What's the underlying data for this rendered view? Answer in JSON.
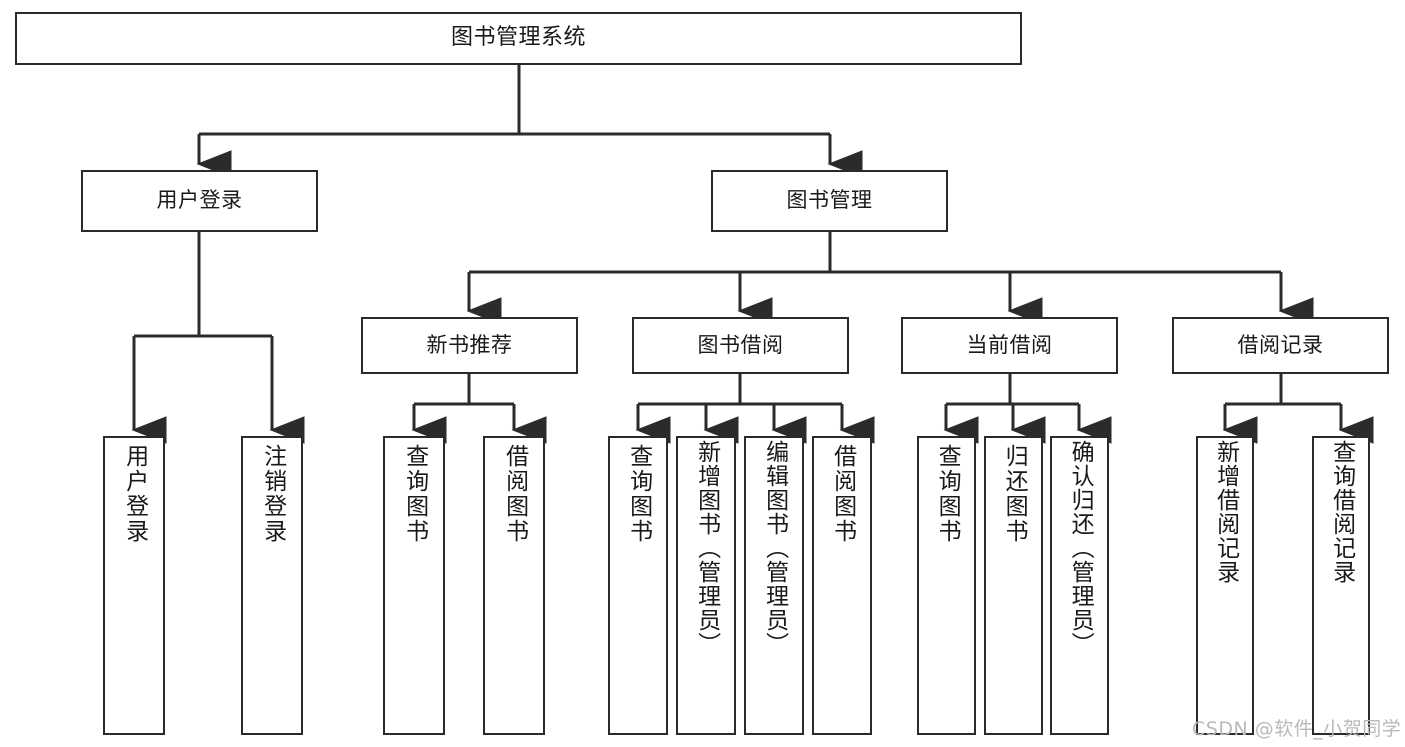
{
  "diagram": {
    "title": "图书管理系统",
    "type": "tree",
    "stroke_color": "#2b2b2b",
    "background_color": "#ffffff",
    "root": {
      "id": "root",
      "label": "图书管理系统"
    },
    "level2": [
      {
        "id": "user-login",
        "label": "用户登录"
      },
      {
        "id": "book-manage",
        "label": "图书管理"
      }
    ],
    "level3": [
      {
        "id": "new-book-recommend",
        "label": "新书推荐",
        "parent": "book-manage"
      },
      {
        "id": "book-borrow",
        "label": "图书借阅",
        "parent": "book-manage"
      },
      {
        "id": "current-borrow",
        "label": "当前借阅",
        "parent": "book-manage"
      },
      {
        "id": "borrow-record",
        "label": "借阅记录",
        "parent": "book-manage"
      }
    ],
    "leaves": [
      {
        "id": "leaf-user-login",
        "label": "用户登录",
        "parent": "user-login"
      },
      {
        "id": "leaf-user-logout",
        "label": "注销登录",
        "parent": "user-login"
      },
      {
        "id": "leaf-query-book-1",
        "label": "查询图书",
        "parent": "new-book-recommend"
      },
      {
        "id": "leaf-borrow-book-1",
        "label": "借阅图书",
        "parent": "new-book-recommend"
      },
      {
        "id": "leaf-query-book-2",
        "label": "查询图书",
        "parent": "book-borrow"
      },
      {
        "id": "leaf-add-book",
        "label": "新增图书（管理员）",
        "parent": "book-borrow"
      },
      {
        "id": "leaf-edit-book",
        "label": "编辑图书（管理员）",
        "parent": "book-borrow"
      },
      {
        "id": "leaf-borrow-book-2",
        "label": "借阅图书",
        "parent": "book-borrow"
      },
      {
        "id": "leaf-query-book-3",
        "label": "查询图书",
        "parent": "current-borrow"
      },
      {
        "id": "leaf-return-book",
        "label": "归还图书",
        "parent": "current-borrow"
      },
      {
        "id": "leaf-confirm-return",
        "label": "确认归还（管理员）",
        "parent": "current-borrow"
      },
      {
        "id": "leaf-add-record",
        "label": "新增借阅记录",
        "parent": "borrow-record"
      },
      {
        "id": "leaf-query-record",
        "label": "查询借阅记录",
        "parent": "borrow-record"
      }
    ]
  },
  "watermark": {
    "text": "CSDN @软件_小贺同学"
  }
}
